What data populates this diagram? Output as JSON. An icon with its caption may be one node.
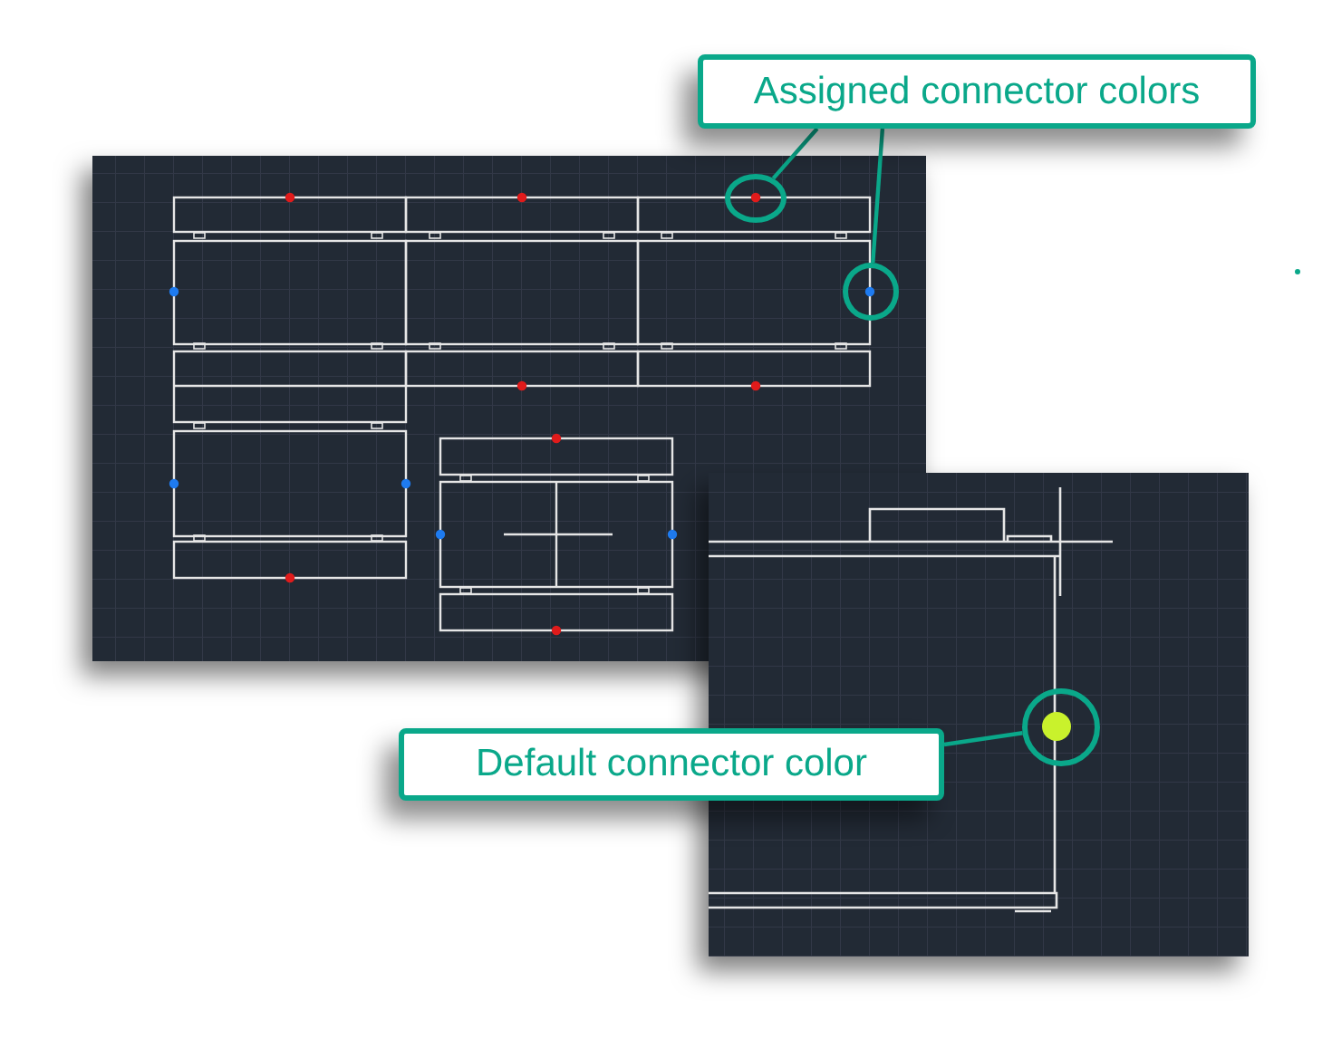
{
  "diagram": {
    "nodes": [
      {
        "text": [
          "Assigned connector colors"
        ]
      },
      {
        "text": [],
        "shape": "circle"
      },
      {
        "text": [],
        "shape": "circle"
      },
      {
        "text": [],
        "shape": "circle"
      },
      {
        "text": [
          "Default connector color"
        ]
      }
    ],
    "edges": [
      {
        "from": 0,
        "to": 1,
        "arrow": "none"
      },
      {
        "from": 0,
        "to": 2,
        "arrow": "none"
      },
      {
        "from": 4,
        "to": 3,
        "arrow": "none"
      }
    ]
  }
}
